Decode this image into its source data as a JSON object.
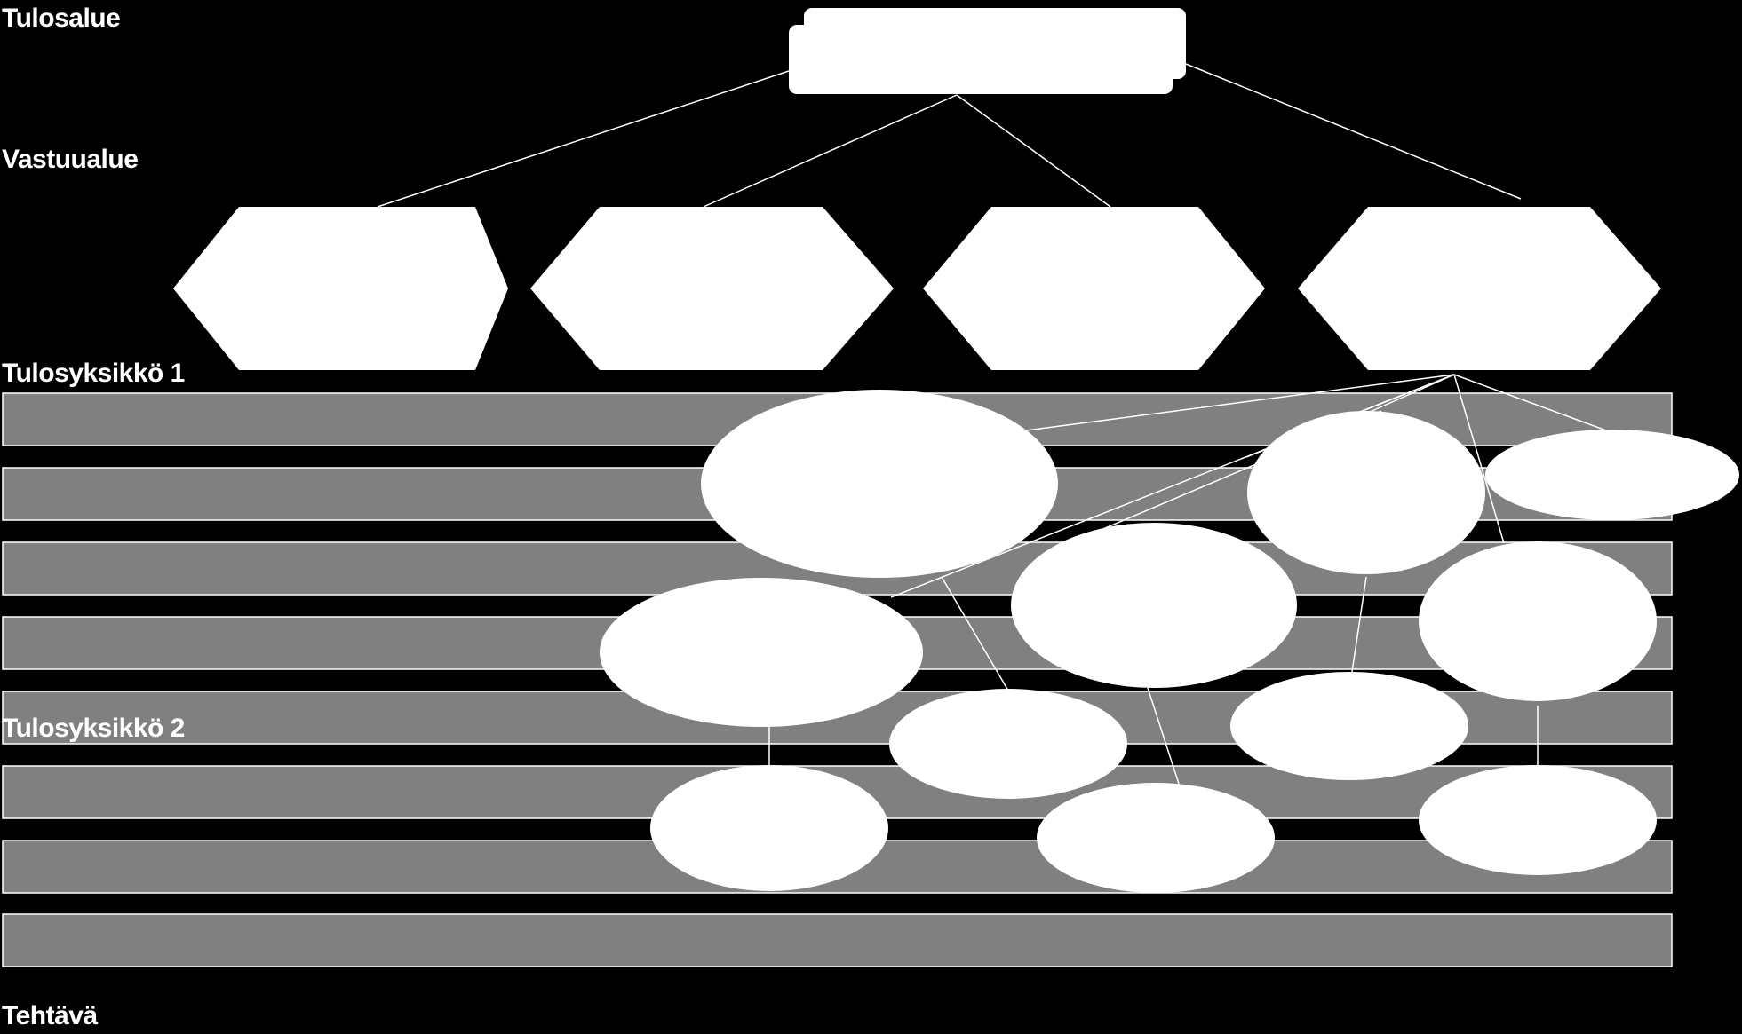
{
  "levels": {
    "tulosalue": "Tulosalue",
    "vastuualue": "Vastuualue",
    "tulosyksikko1": "Tulosyksikkö 1",
    "tulosyksikko2": "Tulosyksikkö 2",
    "tehtava": "Tehtävä"
  },
  "colors": {
    "background": "#000000",
    "node_fill": "#ffffff",
    "band_fill": "#808080",
    "band_stroke": "#ffffff",
    "connector": "#ffffff",
    "label_text": "#ffffff"
  }
}
